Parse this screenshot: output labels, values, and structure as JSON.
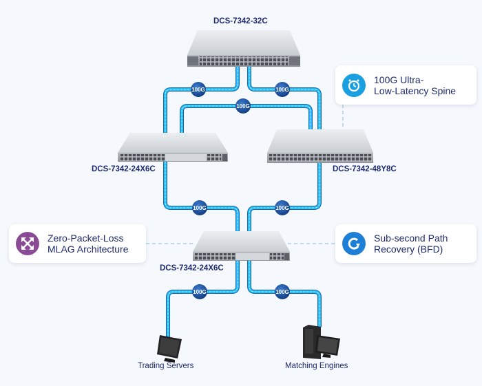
{
  "diagram": {
    "colors": {
      "background": "#f5f8fc",
      "cable": "#1bb8ee",
      "cable_edge": "#1565c0",
      "badge": "#1a4f9c",
      "label_text": "#1e2a6e",
      "spine_icon": "#1aa0e0",
      "mlag_icon": "#8b4a96",
      "bfd_icon": "#1e7fd6",
      "dashed_leader": "#8ab6e0"
    },
    "switches": {
      "spine": {
        "label": "DCS-7342-32C"
      },
      "leaf_left": {
        "label": "DCS-7342-24X6C"
      },
      "leaf_right": {
        "label": "DCS-7342-48Y8C"
      },
      "access": {
        "label": "DCS-7342-24X6C"
      }
    },
    "links": [
      {
        "from": "spine",
        "to": "leaf_left",
        "speed": "100G"
      },
      {
        "from": "spine",
        "to": "leaf_right",
        "speed": "100G"
      },
      {
        "from": "leaf_left",
        "to": "leaf_right",
        "speed": "100G"
      },
      {
        "from": "leaf_left",
        "to": "access",
        "speed": "100G"
      },
      {
        "from": "leaf_right",
        "to": "access",
        "speed": "100G"
      },
      {
        "from": "access",
        "to": "trading_servers",
        "speed": "100G"
      },
      {
        "from": "access",
        "to": "matching_engines",
        "speed": "100G"
      }
    ],
    "endpoints": {
      "trading_servers": {
        "label": "Trading Servers",
        "icon": "monitor-icon"
      },
      "matching_engines": {
        "label": "Matching Engines",
        "icon": "workstation-icon"
      }
    },
    "callouts": {
      "spine": {
        "icon": "stopwatch-icon",
        "line1": "100G Ultra-",
        "line2": "Low-Latency Spine"
      },
      "mlag": {
        "icon": "expand-arrows-icon",
        "line1": "Zero-Packet-Loss",
        "line2": "MLAG Architecture"
      },
      "bfd": {
        "icon": "refresh-icon",
        "line1": "Sub-second Path",
        "line2": "Recovery (BFD)"
      }
    }
  }
}
